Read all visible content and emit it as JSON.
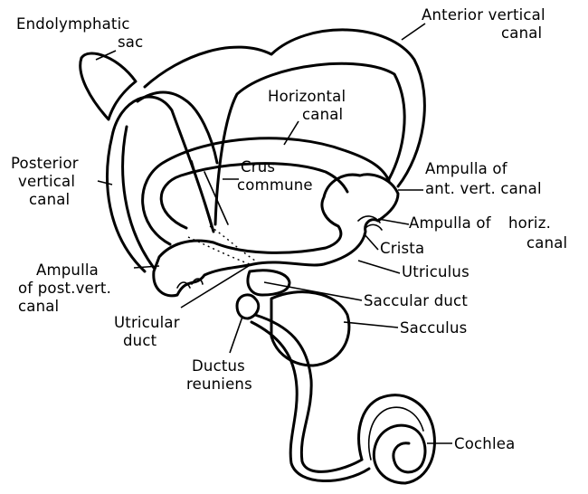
{
  "labels": {
    "endolymphatic_sac": [
      "Endolymphatic",
      "sac"
    ],
    "anterior_vertical_canal": [
      "Anterior vertical",
      "canal"
    ],
    "horizontal_canal": [
      "Horizontal",
      "canal"
    ],
    "posterior_vertical_canal": [
      "Posterior",
      "vertical",
      "canal"
    ],
    "crus_commune": [
      "Crus",
      "commune"
    ],
    "ampulla_of_ant_vert_canal": [
      "Ampulla of",
      "ant. vert. canal"
    ],
    "ampulla_of_horiz_canal": [
      "Ampulla of",
      "horiz.",
      "canal"
    ],
    "crista": "Crista",
    "utriculus": "Utriculus",
    "ampulla_of_post_vert_canal": [
      "Ampulla",
      "of post.vert.",
      "canal"
    ],
    "saccular_duct": "Saccular duct",
    "sacculus": "Sacculus",
    "utricular_duct": [
      "Utricular",
      "duct"
    ],
    "ductus_reuniens": [
      "Ductus",
      "reuniens"
    ],
    "cochlea": "Cochlea"
  }
}
